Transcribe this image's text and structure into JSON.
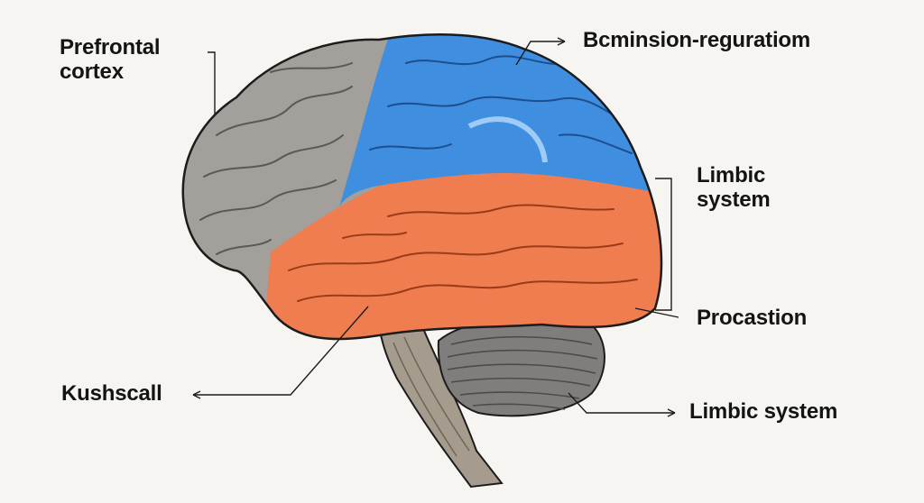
{
  "labels": {
    "prefrontal_cortex": "Prefrontal cortex",
    "top_right": "Bcminsion-reguratiom",
    "limbic_system_upper": "Limbic system",
    "procastion": "Procastion",
    "kushscall": "Kushscall",
    "limbic_system_lower": "Limbic system"
  },
  "colors": {
    "background": "#f6f5f1",
    "cortex_gray": "#a39f9b",
    "blue_region": "#3f8ee0",
    "orange_region": "#f07d4f",
    "cerebellum": "#7f7e7c",
    "brainstem": "#a69c8e",
    "outline": "#1c1c1c"
  }
}
